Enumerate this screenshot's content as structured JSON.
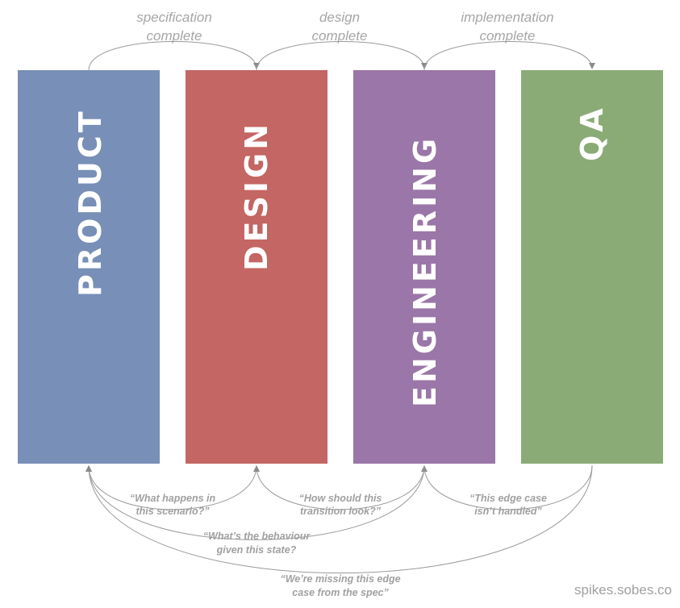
{
  "columns": [
    {
      "label": "PRODUCT",
      "color": "#788fb7"
    },
    {
      "label": "DESIGN",
      "color": "#c46663"
    },
    {
      "label": "ENGINEERING",
      "color": "#9b76a8"
    },
    {
      "label": "QA",
      "color": "#8aab76"
    }
  ],
  "handoffs": [
    {
      "line1": "specification",
      "line2": "complete"
    },
    {
      "line1": "design",
      "line2": "complete"
    },
    {
      "line1": "implementation",
      "line2": "complete"
    }
  ],
  "feedback": [
    {
      "line1": "“What happens in",
      "line2": "this scenario?”"
    },
    {
      "line1": "“How should this",
      "line2": "transition look?”"
    },
    {
      "line1": "“This edge case",
      "line2": "isn’t handled”"
    },
    {
      "line1": "“What’s the behaviour",
      "line2": "given this state?"
    },
    {
      "line1": "“We’re missing this edge",
      "line2": "case from the spec”"
    }
  ],
  "watermark": "spikes.sobes.co"
}
